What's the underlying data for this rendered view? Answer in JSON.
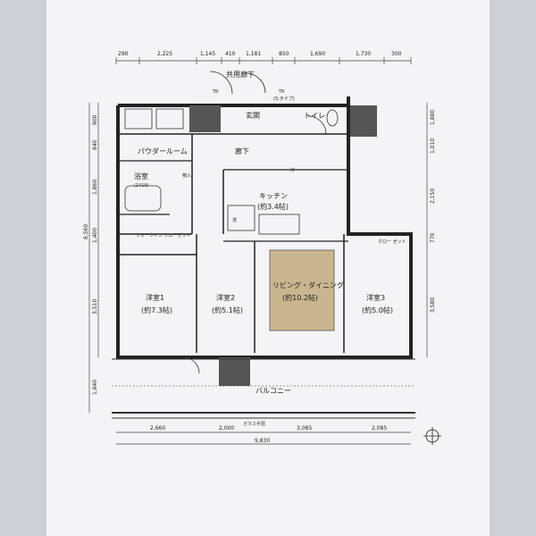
{
  "plan": {
    "top_dimensions": [
      "290",
      "2,225",
      "1,145",
      "410",
      "1,181",
      "850",
      "1,690",
      "1,730",
      "300"
    ],
    "left_dimensions": [
      "900",
      "840",
      "1,860",
      "1,400",
      "3,510",
      "1,840"
    ],
    "left_total": "8,560",
    "right_dimensions": [
      "1,880",
      "1,010",
      "2,150",
      "770",
      "3,580"
    ],
    "bottom_dimensions": [
      "2,660",
      "2,000",
      "3,085",
      "2,085"
    ],
    "bottom_total": "9,830",
    "rooms": {
      "common_corridor": "共用廊下",
      "entrance": "玄関",
      "toilet": "トイレ",
      "powder_room": "パウダールーム",
      "bath_name": "浴室",
      "bath_size": "(1418)",
      "hallway": "廊下",
      "kitchen_name": "キッチン",
      "kitchen_size": "(約3.4帖)",
      "walk_in_closet": "ウォークイン クローゼット",
      "bedroom1_name": "洋室1",
      "bedroom1_size": "(約7.3帖)",
      "bedroom2_name": "洋室2",
      "bedroom2_size": "(約5.1帖)",
      "living_name": "リビング・ダイニング",
      "living_size": "(約10.2帖)",
      "bedroom3_name": "洋室3",
      "bedroom3_size": "(約5.0帖)",
      "balcony": "バルコニー",
      "glass_handrail": "ガラス手摺"
    },
    "tags": {
      "tr": "TR",
      "tr2": "TR",
      "tr_sub": "(S:タイプ)",
      "wash": "洗",
      "fridge": "冷",
      "closet_label": "クロー ゼット",
      "storage": "物入"
    }
  }
}
